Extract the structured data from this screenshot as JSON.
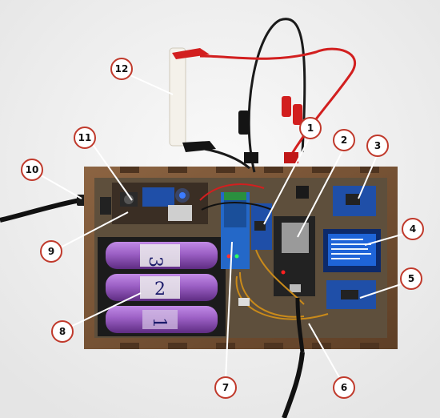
{
  "photo": {
    "subject": "battery-powered-electronics-project-box",
    "battery_labels": [
      "3",
      "2",
      "1"
    ]
  },
  "callouts": [
    {
      "label": "1"
    },
    {
      "label": "2"
    },
    {
      "label": "3"
    },
    {
      "label": "4"
    },
    {
      "label": "5"
    },
    {
      "label": "6"
    },
    {
      "label": "7"
    },
    {
      "label": "8"
    },
    {
      "label": "9"
    },
    {
      "label": "10"
    },
    {
      "label": "11"
    },
    {
      "label": "12"
    }
  ],
  "colors": {
    "background": "#f2f2f2",
    "enclosure_wood": "#7a5638",
    "base_plate": "#6b5a45",
    "battery_purple": "#9b5fc4",
    "callout_ring": "#c0392b",
    "oled_screen": "#1e64d8",
    "module_blue": "#1f4fa8",
    "relay_blue": "#2468c8",
    "esp_black": "#222222",
    "wire_red": "#d21f1f",
    "wire_black": "#111111"
  }
}
